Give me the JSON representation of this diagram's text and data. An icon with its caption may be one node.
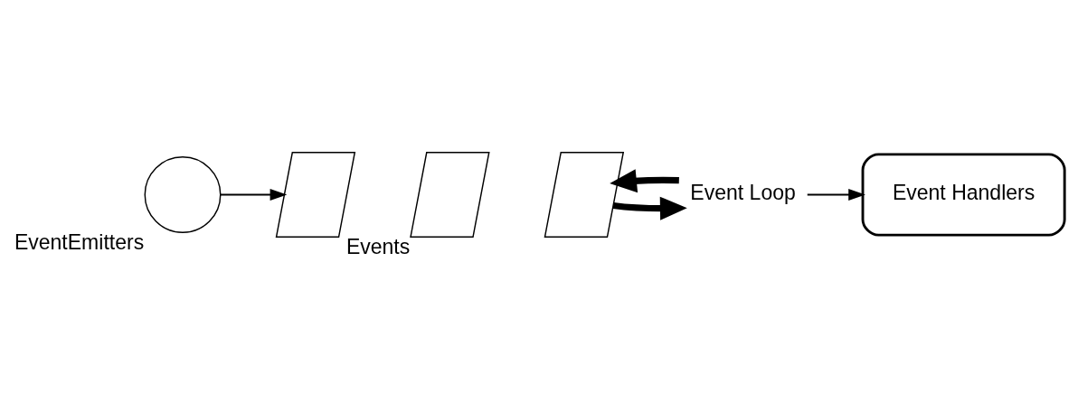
{
  "diagram": {
    "nodes": [
      {
        "text": [
          "EventEmitters"
        ]
      },
      {
        "text": [],
        "shape": "parallelogram"
      },
      {
        "text": [],
        "shape": "parallelogram",
        "beside": [
          "Events"
        ]
      },
      {
        "text": [],
        "shape": "parallelogram"
      },
      {
        "text": [
          "Event Loop"
        ]
      },
      {
        "text": [
          "Event Handlers"
        ]
      }
    ],
    "edges": [
      {
        "from": 0,
        "to": 1,
        "arrow": "to"
      },
      {
        "from": 3,
        "to": 4,
        "arrow": "to",
        "style": "thick"
      },
      {
        "from": 4,
        "to": 5,
        "arrow": "to"
      },
      {
        "from": 4,
        "to": 3,
        "arrow": "to",
        "style": "thick"
      }
    ]
  }
}
